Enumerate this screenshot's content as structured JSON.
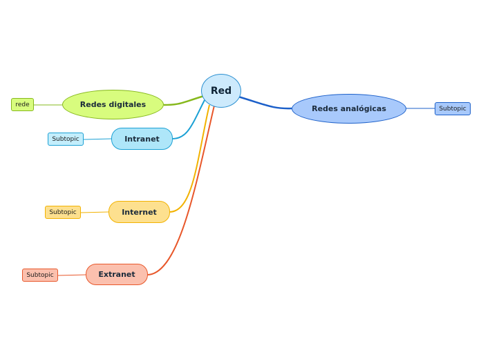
{
  "root": {
    "label": "Red"
  },
  "branches": [
    {
      "id": "digitales",
      "label": "Redes digitales",
      "color": "#86b81c",
      "fill": "#d8fc7e",
      "subtopics": [
        {
          "label": "rede"
        }
      ]
    },
    {
      "id": "analog",
      "label": "Redes analógicas",
      "color": "#1b5fc9",
      "fill": "#a8c9fb",
      "subtopics": [
        {
          "label": "Subtopic"
        }
      ]
    },
    {
      "id": "intranet",
      "label": "Intranet",
      "color": "#1aa0d4",
      "fill": "#aee6f9",
      "subtopics": [
        {
          "label": "Subtopic"
        }
      ]
    },
    {
      "id": "internet",
      "label": "Internet",
      "color": "#f2b200",
      "fill": "#fde08f",
      "subtopics": [
        {
          "label": "Subtopic"
        }
      ]
    },
    {
      "id": "extranet",
      "label": "Extranet",
      "color": "#e8572a",
      "fill": "#fbc0ae",
      "subtopics": [
        {
          "label": "Subtopic"
        }
      ]
    }
  ]
}
